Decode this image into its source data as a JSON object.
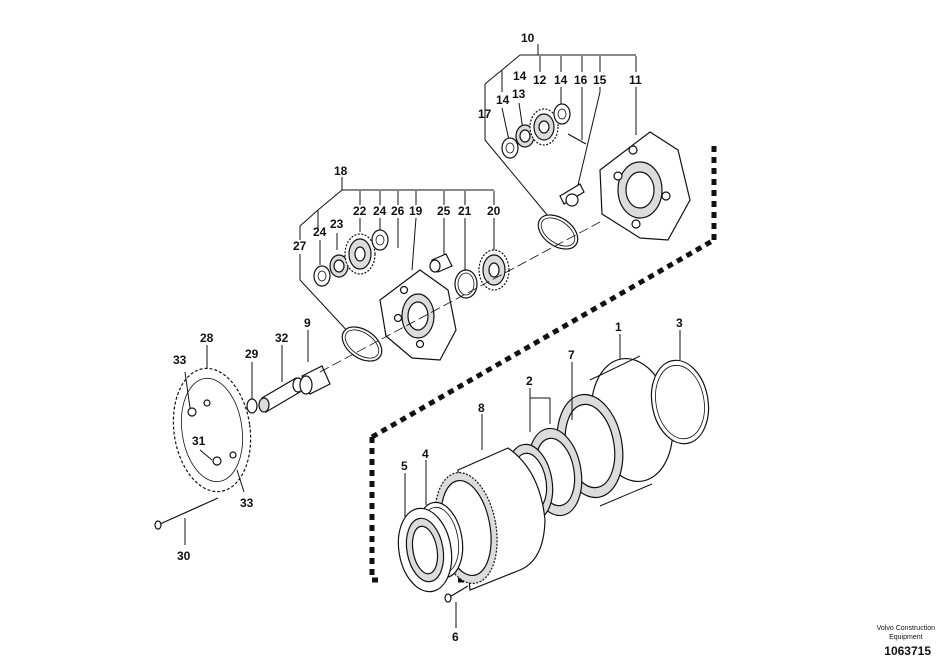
{
  "diagram": {
    "part_numbers": {
      "p1": "1",
      "p2": "2",
      "p3": "3",
      "p4": "4",
      "p5": "5",
      "p6": "6",
      "p7": "7",
      "p8": "8",
      "p9": "9",
      "p10": "10",
      "p11": "11",
      "p12": "12",
      "p13": "13",
      "p14a": "14",
      "p14b": "14",
      "p15": "15",
      "p16": "16",
      "p17": "17",
      "p18": "18",
      "p19": "19",
      "p20": "20",
      "p21": "21",
      "p22": "22",
      "p23": "23",
      "p24a": "24",
      "p24b": "24",
      "p25": "25",
      "p26": "26",
      "p27": "27",
      "p28": "28",
      "p29": "29",
      "p30": "30",
      "p31": "31",
      "p32": "32",
      "p33a": "33",
      "p33b": "33"
    }
  },
  "footer": {
    "brand_line1": "Volvo Construction",
    "brand_line2": "Equipment",
    "document_number": "1063715"
  }
}
